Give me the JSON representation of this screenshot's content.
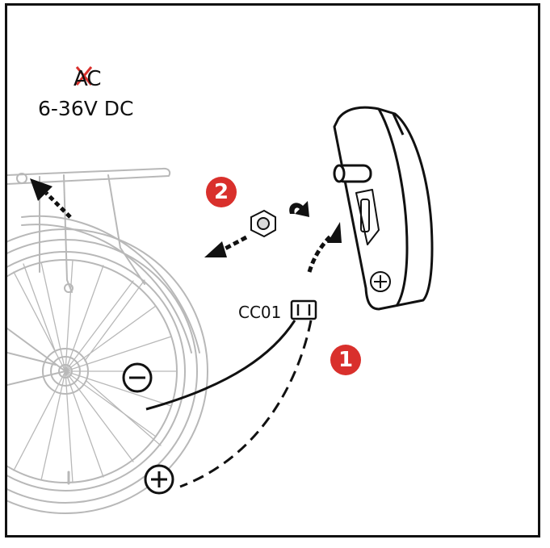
{
  "labels": {
    "ac_crossed": "AC",
    "voltage": "6-36V DC",
    "connector": "CC01"
  },
  "steps": {
    "step1": "1",
    "step2": "2"
  },
  "polarity": {
    "negative": "−",
    "positive": "+"
  },
  "colors": {
    "step_badge": "#d9302c",
    "bike_outline": "#b8b8b8",
    "ink": "#111111",
    "cross": "#d9302c"
  }
}
